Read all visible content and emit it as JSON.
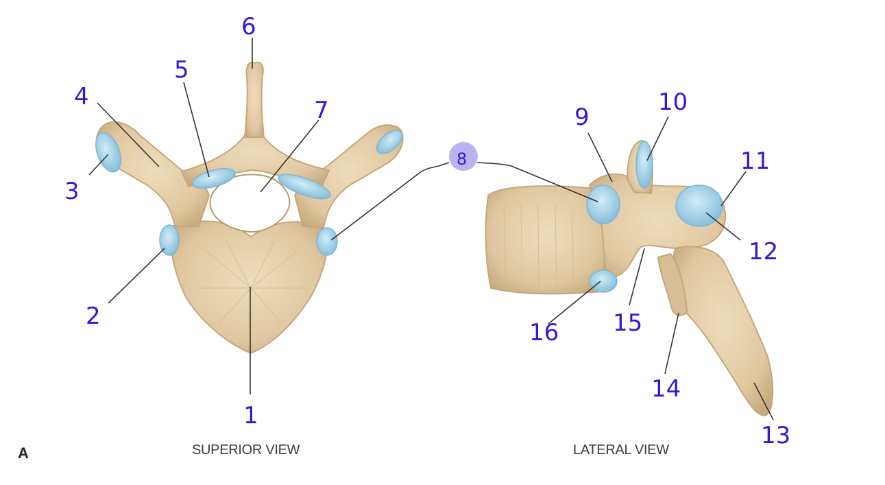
{
  "panel_letter": "A",
  "captions": {
    "superior": "SUPERIOR VIEW",
    "lateral": "LATERAL VIEW"
  },
  "labels": [
    "1",
    "2",
    "3",
    "4",
    "5",
    "6",
    "7",
    "8",
    "9",
    "10",
    "11",
    "12",
    "13",
    "14",
    "15",
    "16"
  ],
  "colors": {
    "bone": "#e4ceaa",
    "bone_shadow": "#c9ad82",
    "cartilage": "#9dcfe6",
    "label_ink": "#3a14d8",
    "highlight": "#b9b3f2"
  }
}
